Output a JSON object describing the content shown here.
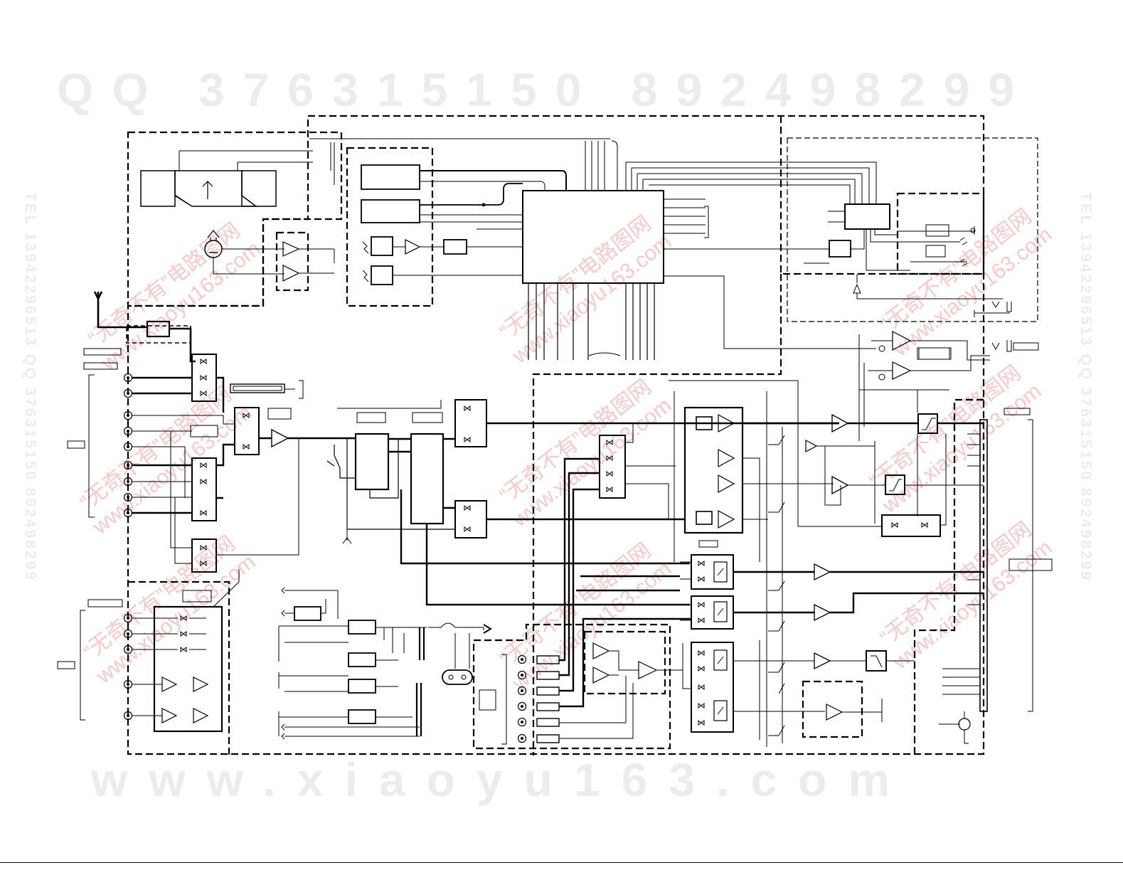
{
  "watermarks": {
    "top": "QQ 376315150   892498299",
    "bottom": "www.xiaoyu163.com",
    "side": "TEL 13942296513 QQ 376315150 892498299",
    "diagonal_cn": "“无奇不有”电路图网",
    "diagonal_url": "www.xiaoyu163.com"
  },
  "style": {
    "line_color": "#000000",
    "watermark_gray": "#ececec",
    "watermark_red": "#f7c9c9"
  }
}
